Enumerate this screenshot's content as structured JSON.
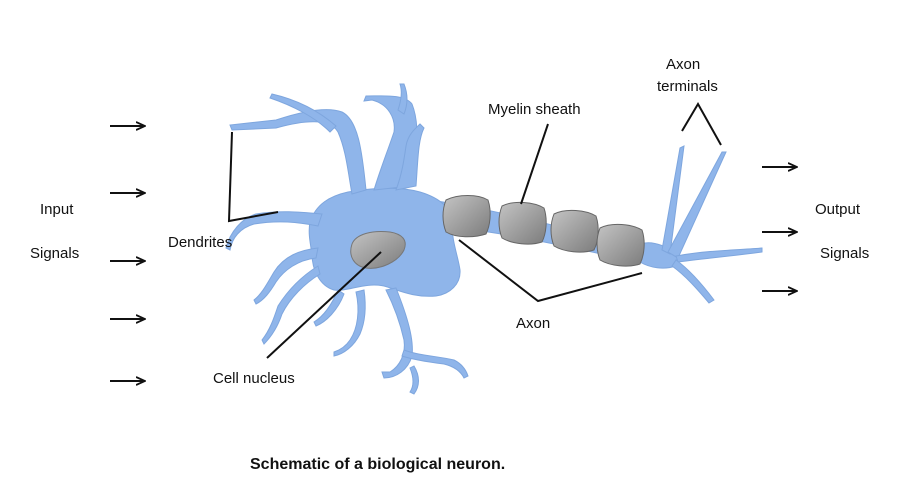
{
  "labels": {
    "input": "Input",
    "input_signals": "Signals",
    "output": "Output",
    "output_signals": "Signals",
    "dendrites": "Dendrites",
    "myelin_sheath": "Myelin sheath",
    "axon_terminals_line1": "Axon",
    "axon_terminals_line2": "terminals",
    "axon": "Axon",
    "cell_nucleus": "Cell nucleus"
  },
  "caption": "Schematic of a biological neuron.",
  "colors": {
    "neuron_fill": "#8fb5ea",
    "myelin_fill": "#9a9a9a",
    "nucleus_fill": "#9a9a9a",
    "leader_line": "#111111"
  },
  "icons": {
    "input_arrow": "right-arrow-icon",
    "output_arrow": "right-arrow-icon"
  }
}
